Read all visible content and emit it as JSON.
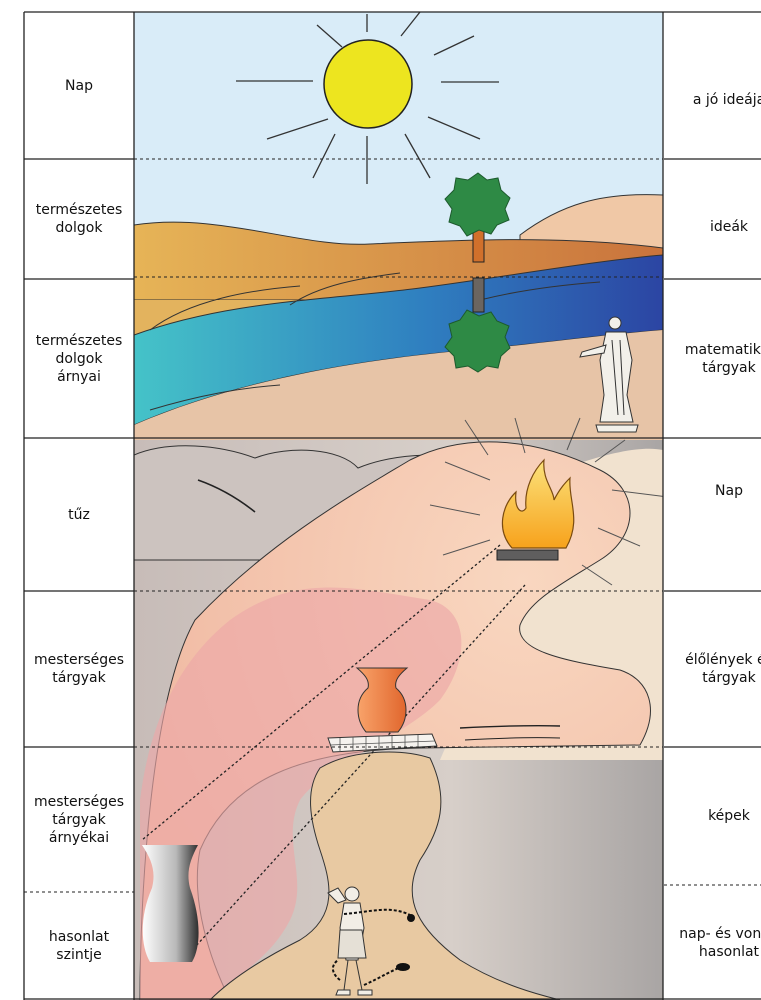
{
  "left_labels": [
    "Nap",
    "természetes\ndolgok",
    "természetes\ndolgok\nárnyai",
    "tűz",
    "mesterséges\ntárgyak",
    "mesterséges\ntárgyak\nárnyékai",
    "hasonlat\nszintje"
  ],
  "right_labels": [
    "a jó ideája",
    "ideák",
    "matematikai\ntárgyak",
    "Nap",
    "élőlények és\ntárgyak",
    "képek",
    "nap- és vonal-\nhasonlat"
  ],
  "colors": {
    "sky": "#d9ecf8",
    "sun": "#ede51f",
    "land": "#e0a955",
    "hill": "#f0c8a6",
    "river_light": "#45c3c8",
    "river_dark": "#2c45a3",
    "tree": "#2e8a45",
    "cave_gray": "#cbc1bd",
    "glow": "#f7c8ab",
    "inner": "#e8bea0",
    "pink": "#eca8a8",
    "fire": "#f7b82c",
    "vase": "#f08242",
    "border": "#222222"
  }
}
